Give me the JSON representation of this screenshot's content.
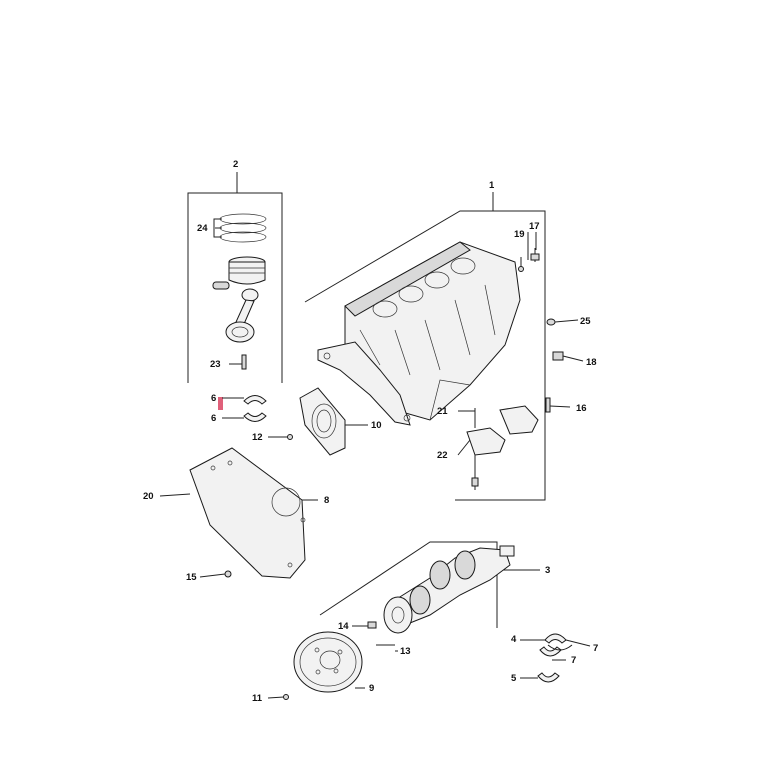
{
  "callouts": {
    "c1": "1",
    "c2": "2",
    "c3": "3",
    "c4": "4",
    "c5": "5",
    "c6a": "6",
    "c6b": "6",
    "c7a": "7",
    "c7b": "7",
    "c8": "8",
    "c9": "9",
    "c10": "10",
    "c11": "11",
    "c12": "12",
    "c13": "13",
    "c14": "14",
    "c15": "15",
    "c16": "16",
    "c17": "17",
    "c18": "18",
    "c19": "19",
    "c20": "20",
    "c21": "21",
    "c22": "22",
    "c23": "23",
    "c24": "24",
    "c25": "25"
  },
  "colors": {
    "highlight": "#e0607a",
    "line": "#222222"
  }
}
